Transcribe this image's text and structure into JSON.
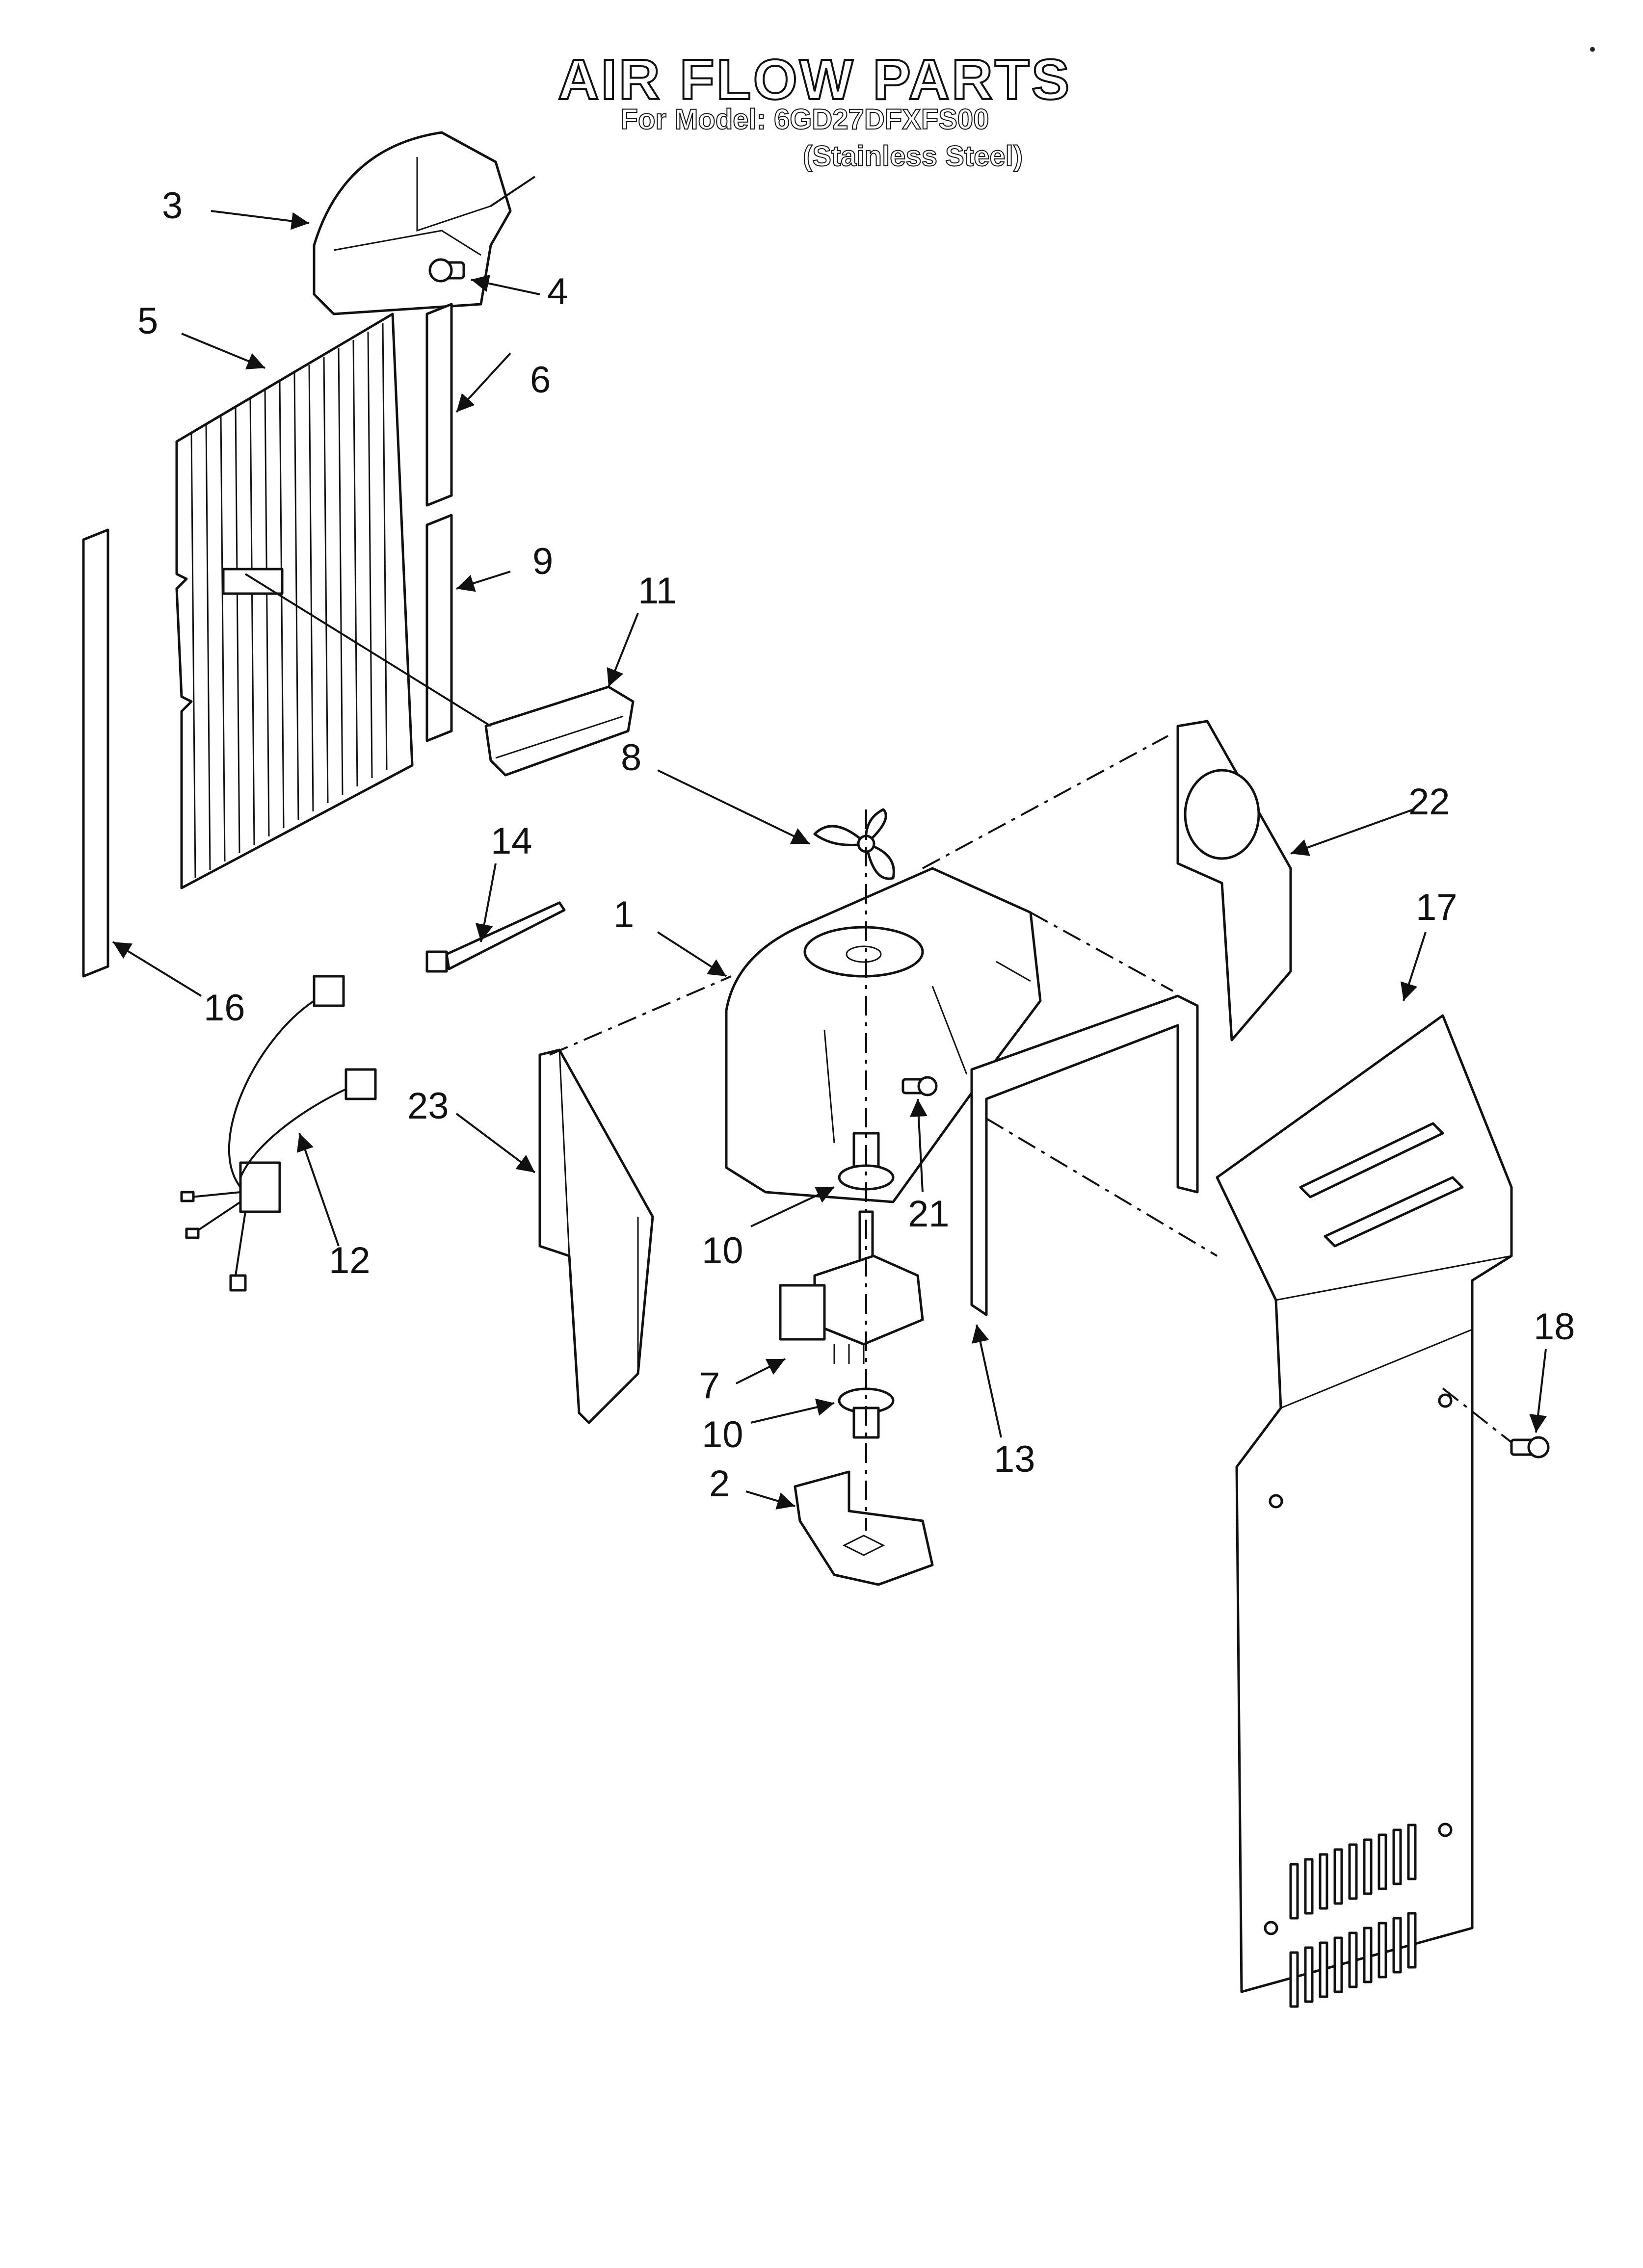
{
  "header": {
    "title": "AIR FLOW PARTS",
    "model_line": "For Model: 6GD27DFXFS00",
    "variant": "(Stainless Steel)"
  },
  "corner_mark": "•",
  "callouts": [
    {
      "id": "1",
      "label": "1"
    },
    {
      "id": "2",
      "label": "2"
    },
    {
      "id": "3",
      "label": "3"
    },
    {
      "id": "4",
      "label": "4"
    },
    {
      "id": "5",
      "label": "5"
    },
    {
      "id": "6",
      "label": "6"
    },
    {
      "id": "7",
      "label": "7"
    },
    {
      "id": "8",
      "label": "8"
    },
    {
      "id": "9",
      "label": "9"
    },
    {
      "id": "10a",
      "label": "10"
    },
    {
      "id": "10b",
      "label": "10"
    },
    {
      "id": "11",
      "label": "11"
    },
    {
      "id": "12",
      "label": "12"
    },
    {
      "id": "13",
      "label": "13"
    },
    {
      "id": "14",
      "label": "14"
    },
    {
      "id": "16",
      "label": "16"
    },
    {
      "id": "17",
      "label": "17"
    },
    {
      "id": "18",
      "label": "18"
    },
    {
      "id": "21",
      "label": "21"
    },
    {
      "id": "22",
      "label": "22"
    },
    {
      "id": "23",
      "label": "23"
    }
  ]
}
